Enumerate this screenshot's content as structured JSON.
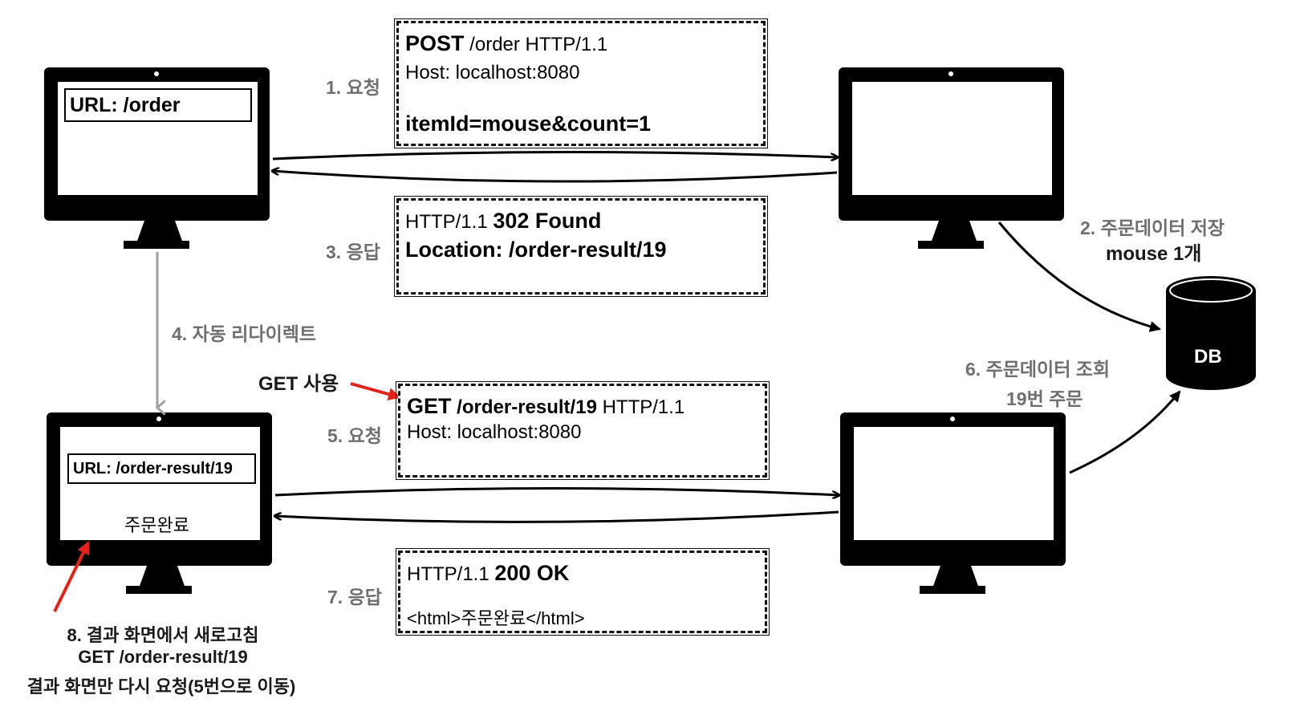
{
  "steps": {
    "s1": "1. 요청",
    "s2_line1": "2. 주문데이터 저장",
    "s2_line2": "mouse 1개",
    "s3": "3. 응답",
    "s4": "4. 자동 리다이렉트",
    "s5": "5. 요청",
    "s6_line1": "6. 주문데이터 조회",
    "s6_line2": "19번 주문",
    "s7": "7. 응답",
    "s8_line1": "8. 결과 화면에서 새로고침",
    "s8_line2": "GET /order-result/19",
    "s8_line3": "결과 화면만 다시 요청(5번으로 이동)"
  },
  "get_note": "GET 사용",
  "client_top": {
    "url": "URL: /order"
  },
  "client_bottom": {
    "url": "URL: /order-result/19",
    "content": "주문완료"
  },
  "db_label": "DB",
  "messages": {
    "post_request": {
      "method": "POST",
      "path_version": " /order HTTP/1.1",
      "host": "Host: localhost:8080",
      "body": "itemId=mouse&count=1"
    },
    "redirect_response": {
      "version": "HTTP/1.1 ",
      "status": "302 Found",
      "location": "Location: /order-result/19"
    },
    "get_request": {
      "method": "GET",
      "path": " /order-result/19",
      "version": " HTTP/1.1",
      "host": "Host: localhost:8080"
    },
    "ok_response": {
      "version": "HTTP/1.1 ",
      "status": "200 OK",
      "body": "<html>주문완료</html>"
    }
  },
  "colors": {
    "highlight_arrow": "#e0241b",
    "redirect_arrow": "#a0a0a0",
    "step_text": "#6f6f6f"
  }
}
